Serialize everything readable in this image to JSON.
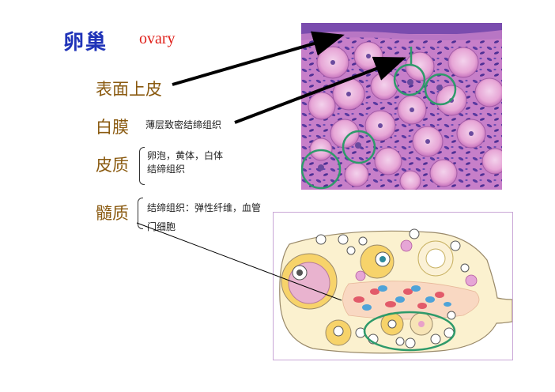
{
  "title": {
    "cn": "卵巢",
    "en": "ovary"
  },
  "terms": [
    {
      "label": "表面上皮",
      "desc_lines": []
    },
    {
      "label": "白膜",
      "desc_lines": [
        "薄层致密结缔组织"
      ]
    },
    {
      "label": "皮质",
      "desc_lines": [
        "卵泡，黄体，白体",
        "结缔组织"
      ]
    },
    {
      "label": "髓质",
      "desc_lines": [
        "结缔组织：弹性纤维，血管",
        "门细胞"
      ]
    }
  ],
  "colors": {
    "title": "#1f33b8",
    "en": "#e0201a",
    "term": "#8a5a10",
    "circle": "#2e9a6a"
  }
}
